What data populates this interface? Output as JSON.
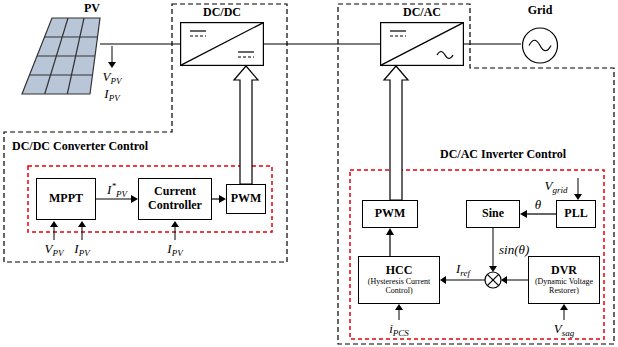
{
  "diagram": {
    "nodes": [
      {
        "text": [
          "PV"
        ]
      },
      {
        "text": [
          "DC/DC Converter Control"
        ]
      },
      {
        "text": [
          "DC/DC"
        ],
        "in": 1
      },
      {
        "text": [
          "MPPT"
        ],
        "in": 1
      },
      {
        "text": [
          "Current Controller"
        ],
        "in": 1
      },
      {
        "text": [
          "PWM"
        ],
        "in": 1
      },
      {
        "text": [
          "DC/AC Inverter Control"
        ]
      },
      {
        "text": [
          "DC/AC"
        ],
        "in": 6
      },
      {
        "text": [
          "Grid"
        ]
      },
      {
        "text": [
          "PWM"
        ],
        "in": 6
      },
      {
        "text": [
          "Sine"
        ],
        "in": 6
      },
      {
        "text": [
          "PLL"
        ],
        "in": 6
      },
      {
        "text": [
          "HCC",
          "(Hysteresis Current Control)"
        ],
        "in": 6
      },
      {
        "text": [
          "DVR",
          "(Dynamic Voltage Restorer)"
        ],
        "in": 6
      }
    ],
    "edges": [
      {
        "from": 0,
        "to": 2,
        "arrow": "none"
      },
      {
        "from": 2,
        "to": 7,
        "arrow": "none"
      },
      {
        "from": 7,
        "to": 8,
        "arrow": "none"
      },
      {
        "from": 3,
        "to": 4,
        "arrow": "to",
        "label": "I*PV"
      },
      {
        "from": 4,
        "to": 5,
        "arrow": "to"
      },
      {
        "from": 5,
        "to": 2,
        "arrow": "to"
      },
      {
        "from": 9,
        "to": 7,
        "arrow": "to"
      },
      {
        "from": 12,
        "to": 9,
        "arrow": "to"
      },
      {
        "from": 11,
        "to": 10,
        "arrow": "to",
        "label": "θ"
      }
    ],
    "labels": [
      "VPV",
      "IPV",
      "VPV",
      "IPV",
      "IPV",
      "Vgrid",
      "sin(θ)",
      "Iref",
      "iPCS",
      "Vsag"
    ]
  }
}
